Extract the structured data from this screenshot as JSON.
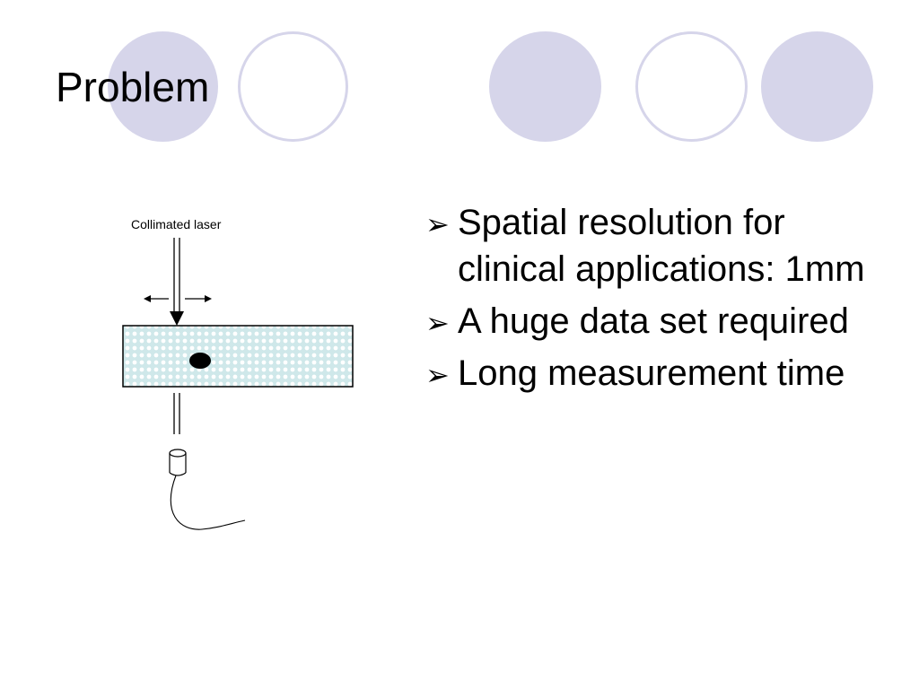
{
  "slide": {
    "title": "Problem",
    "figure": {
      "label": "Collimated laser"
    },
    "bullet_icon": "arrowhead-bullet-icon",
    "bullets": [
      {
        "text": "Spatial resolution for clinical applications: 1mm"
      },
      {
        "text": "A huge data set required"
      },
      {
        "text": "Long measurement time"
      }
    ]
  },
  "colors": {
    "decor_circle": "#d6d5ea",
    "medium_fill": "#cfe8ea",
    "text": "#000000"
  }
}
